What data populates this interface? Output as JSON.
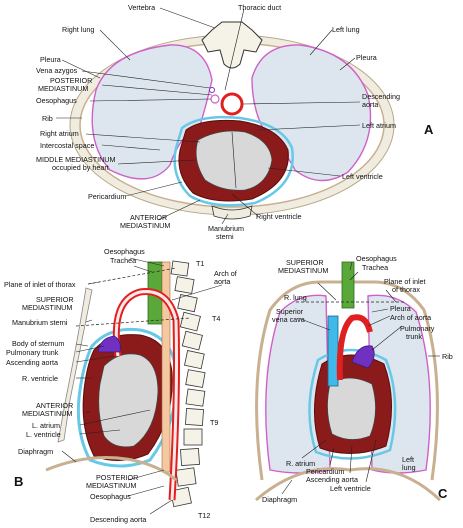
{
  "panels": {
    "a": {
      "letter": "A",
      "labels": {
        "vertebra": "Vertebra",
        "thoracic_duct": "Thoracic duct",
        "right_lung": "Right lung",
        "left_lung": "Left lung",
        "pleura_left": "Pleura",
        "pleura_right": "Pleura",
        "vena_azygos": "Vena azygos",
        "posterior_mediastinum_1": "POSTERIOR",
        "posterior_mediastinum_2": "MEDIASTINUM",
        "oesophagus": "Oesophagus",
        "descending_aorta_1": "Descending",
        "descending_aorta_2": "aorta",
        "rib": "Rib",
        "left_atrium": "Left atrium",
        "right_atrium": "Right atrium",
        "intercostal_space": "Intercostal space",
        "middle_mediastinum_1": "MIDDLE MEDIASTINUM",
        "middle_mediastinum_2": "occupied by heart",
        "left_ventricle": "Left ventricle",
        "pericardium": "Pericardium",
        "anterior_mediastinum_1": "ANTERIOR",
        "anterior_mediastinum_2": "MEDIASTINUM",
        "right_ventricle": "Right ventricle",
        "manubrium_sterni_1": "Manubrium",
        "manubrium_sterni_2": "sterni"
      }
    },
    "b": {
      "letter": "B",
      "labels": {
        "oesophagus": "Oesophagus",
        "trachea": "Trachea",
        "t1": "T1",
        "arch_of_aorta_1": "Arch of",
        "arch_of_aorta_2": "aorta",
        "plane_inlet": "Plane of inlet of thorax",
        "superior_mediastinum_1": "SUPERIOR",
        "superior_mediastinum_2": "MEDIASTINUM",
        "t4": "T4",
        "manubrium_sterni": "Manubrium sterni",
        "body_of_sternum": "Body of sternum",
        "pulmonary_trunk": "Pulmonary trunk",
        "ascending_aorta": "Ascending aorta",
        "r_ventricle": "R. ventricle",
        "anterior_mediastinum_1": "ANTERIOR",
        "anterior_mediastinum_2": "MEDIASTINUM",
        "l_atrium": "L. atrium",
        "l_ventricle": "L. ventricle",
        "t9": "T9",
        "diaphragm": "Diaphragm",
        "posterior_mediastinum_1": "POSTERIOR",
        "posterior_mediastinum_2": "MEDIASTINUM",
        "oesophagus_low": "Oesophagus",
        "descending_aorta": "Descending aorta",
        "t12": "T12"
      }
    },
    "c": {
      "letter": "C",
      "labels": {
        "oesophagus": "Oesophagus",
        "superior_mediastinum_1": "SUPERIOR",
        "superior_mediastinum_2": "MEDIASTINUM",
        "trachea": "Trachea",
        "plane_inlet_1": "Plane of inlet",
        "plane_inlet_2": "of thorax",
        "r_lung": "R. lung",
        "superior_vena_cava_1": "Superior",
        "superior_vena_cava_2": "vena cava",
        "pleura": "Pleura",
        "arch_of_aorta": "Arch of aorta",
        "pulmonary_trunk_1": "Pulmonary",
        "pulmonary_trunk_2": "trunk",
        "rib": "Rib",
        "r_atrium": "R. atrium",
        "pericardium": "Pericardium",
        "ascending_aorta": "Ascending aorta",
        "left_ventricle": "Left ventricle",
        "left_lung_1": "Left",
        "left_lung_2": "lung",
        "diaphragm": "Diaphragm"
      }
    }
  },
  "colors": {
    "heart": "#8b1a1a",
    "heart_inner": "#d8d8d8",
    "pleura_pink": "#d060c8",
    "pericardium_blue": "#68c8e8",
    "lung_fill": "#dde6ee",
    "aorta_red": "#e02020",
    "vena_cava_blue": "#40b8e8",
    "pulmonary_purple": "#7030c0",
    "trachea_green": "#5aa83a",
    "bone_tan": "#c8b090",
    "bone_fill": "#f0ecdf"
  }
}
